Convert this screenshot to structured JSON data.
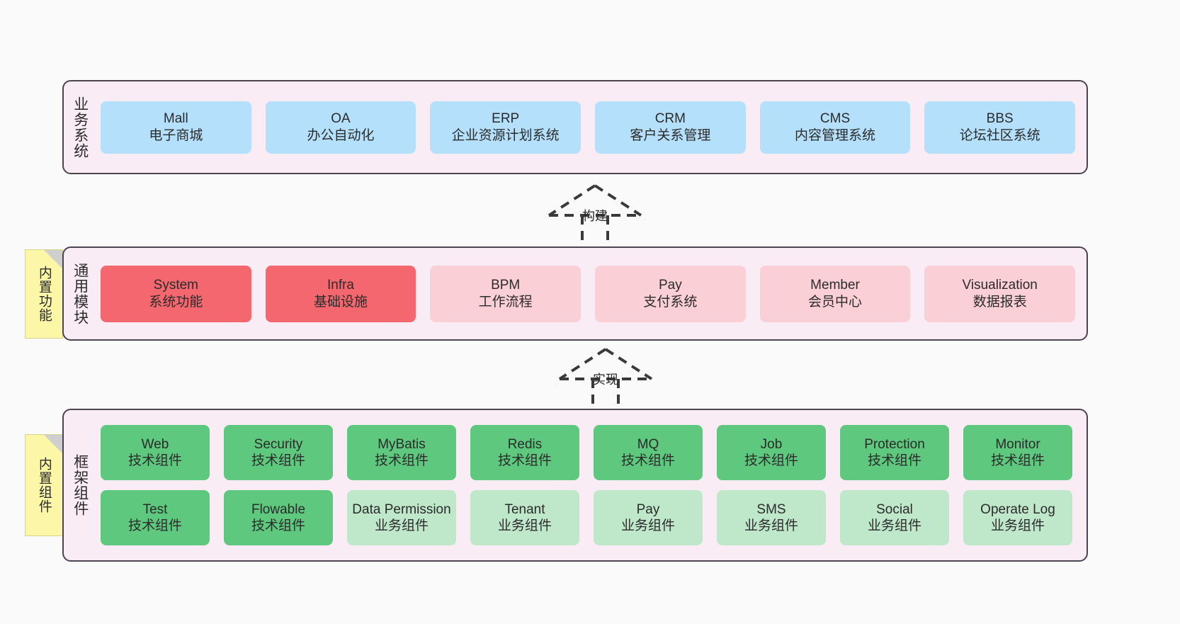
{
  "diagram": {
    "background": "#fafafa",
    "band_fill": "#f9ecf5",
    "band_border": "#4c4351",
    "note_fill": "#fbf7a6",
    "colors": {
      "blue": "#b5e0fb",
      "red": "#f4676e",
      "pink": "#fbcfd6",
      "green": "#5ec87e",
      "mint": "#bfe8cb"
    }
  },
  "layers": [
    {
      "id": "business",
      "title": "业务系统",
      "rows": [
        [
          {
            "en": "Mall",
            "cn": "电子商城",
            "color": "blue"
          },
          {
            "en": "OA",
            "cn": "办公自动化",
            "color": "blue"
          },
          {
            "en": "ERP",
            "cn": "企业资源计划系统",
            "color": "blue"
          },
          {
            "en": "CRM",
            "cn": "客户关系管理",
            "color": "blue"
          },
          {
            "en": "CMS",
            "cn": "内容管理系统",
            "color": "blue"
          },
          {
            "en": "BBS",
            "cn": "论坛社区系统",
            "color": "blue"
          }
        ]
      ]
    },
    {
      "id": "modules",
      "title": "通用模块",
      "note": "内置功能",
      "rows": [
        [
          {
            "en": "System",
            "cn": "系统功能",
            "color": "red"
          },
          {
            "en": "Infra",
            "cn": "基础设施",
            "color": "red"
          },
          {
            "en": "BPM",
            "cn": "工作流程",
            "color": "pink"
          },
          {
            "en": "Pay",
            "cn": "支付系统",
            "color": "pink"
          },
          {
            "en": "Member",
            "cn": "会员中心",
            "color": "pink"
          },
          {
            "en": "Visualization",
            "cn": "数据报表",
            "color": "pink"
          }
        ]
      ]
    },
    {
      "id": "framework",
      "title": "框架组件",
      "note": "内置组件",
      "rows": [
        [
          {
            "en": "Web",
            "cn": "技术组件",
            "color": "green"
          },
          {
            "en": "Security",
            "cn": "技术组件",
            "color": "green"
          },
          {
            "en": "MyBatis",
            "cn": "技术组件",
            "color": "green"
          },
          {
            "en": "Redis",
            "cn": "技术组件",
            "color": "green"
          },
          {
            "en": "MQ",
            "cn": "技术组件",
            "color": "green"
          },
          {
            "en": "Job",
            "cn": "技术组件",
            "color": "green"
          },
          {
            "en": "Protection",
            "cn": "技术组件",
            "color": "green"
          },
          {
            "en": "Monitor",
            "cn": "技术组件",
            "color": "green"
          }
        ],
        [
          {
            "en": "Test",
            "cn": "技术组件",
            "color": "green"
          },
          {
            "en": "Flowable",
            "cn": "技术组件",
            "color": "green"
          },
          {
            "en": "Data Permission",
            "cn": "业务组件",
            "color": "mint",
            "wrap": true
          },
          {
            "en": "Tenant",
            "cn": "业务组件",
            "color": "mint"
          },
          {
            "en": "Pay",
            "cn": "业务组件",
            "color": "mint"
          },
          {
            "en": "SMS",
            "cn": "业务组件",
            "color": "mint"
          },
          {
            "en": "Social",
            "cn": "业务组件",
            "color": "mint"
          },
          {
            "en": "Operate Log",
            "cn": "业务组件",
            "color": "mint"
          }
        ]
      ]
    }
  ],
  "connectors": [
    {
      "id": "build",
      "label": "构建"
    },
    {
      "id": "impl",
      "label": "实现"
    }
  ]
}
